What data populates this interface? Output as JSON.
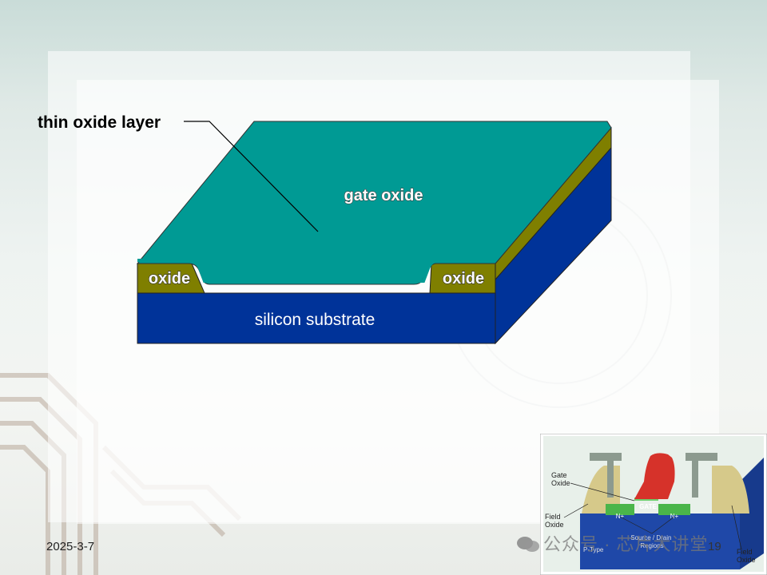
{
  "diagram": {
    "callout_label": "thin oxide layer",
    "gate_oxide_label": "gate oxide",
    "left_oxide_label": "oxide",
    "right_oxide_label": "oxide",
    "substrate_label": "silicon substrate"
  },
  "thumbnail": {
    "gate_oxide_label": "Gate\nOxide",
    "gate_label": "GATE",
    "field_oxide_left_label": "Field\nOxide",
    "n_plus_left": "N+",
    "n_plus_right": "N+",
    "source_drain_label": "Source / Drain\nRegions",
    "p_type_label": "P-Type",
    "field_oxide_right_label": "Field\nOxide"
  },
  "footer": {
    "date": "2025-3-7",
    "page_number": "19",
    "watermark": "公众号 · 芯片大讲堂"
  },
  "colors": {
    "gate_oxide": "#009a94",
    "substrate": "#003399",
    "field_oxide": "#7f7f00",
    "background": "#e8efec"
  }
}
